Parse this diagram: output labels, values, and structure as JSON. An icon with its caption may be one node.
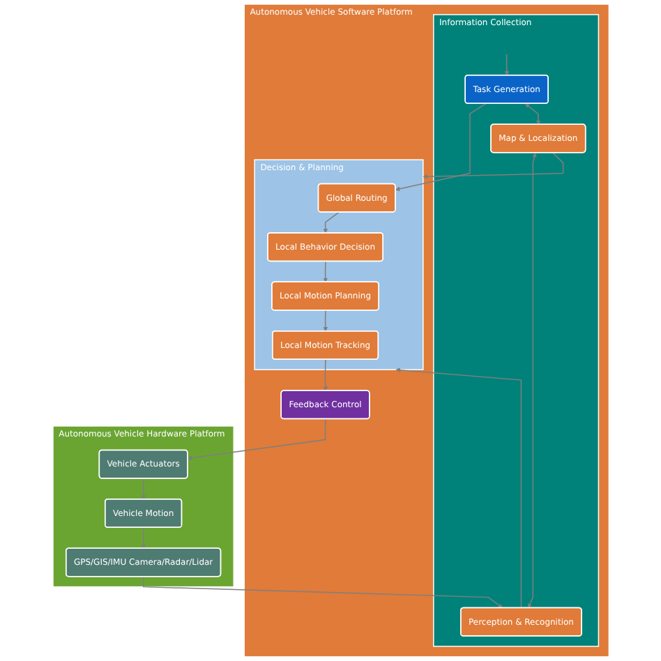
{
  "diagram": {
    "nodes": [
      {
        "text": [
          "Autonomous Vehicle Software Platform"
        ]
      },
      {
        "text": [
          "Information Collection"
        ],
        "in": 0
      },
      {
        "text": [
          "Task Generation"
        ],
        "in": 1
      },
      {
        "text": [
          "Map & Localization"
        ],
        "in": 1
      },
      {
        "text": [
          "Perception & Recognition"
        ],
        "in": 1
      },
      {
        "text": [
          "Decision & Planning"
        ],
        "in": 0
      },
      {
        "text": [
          "Global Routing"
        ],
        "in": 5
      },
      {
        "text": [
          "Local Behavior Decision"
        ],
        "in": 5
      },
      {
        "text": [
          "Local Motion Planning"
        ],
        "in": 5
      },
      {
        "text": [
          "Local Motion Tracking"
        ],
        "in": 5
      },
      {
        "text": [
          "Feedback Control"
        ],
        "in": 0
      },
      {
        "text": [
          "Autonomous Vehicle Hardware Platform"
        ]
      },
      {
        "text": [
          "GPS/GIS/IMU Camera/Radar/Lidar"
        ],
        "in": 11
      },
      {
        "text": [
          "Vehicle Actuators"
        ],
        "in": 11
      },
      {
        "text": [
          "Vehicle  Motion"
        ],
        "in": 11
      }
    ],
    "edges": [
      {
        "from": null,
        "to": 2,
        "arrow": "to"
      },
      {
        "from": 2,
        "to": 6,
        "arrow": "to"
      },
      {
        "from": 3,
        "to": 5,
        "arrow": "to"
      },
      {
        "from": 4,
        "to": 5,
        "arrow": "to"
      },
      {
        "from": 2,
        "to": 3,
        "arrow": "both"
      },
      {
        "from": 3,
        "to": 4,
        "arrow": "both"
      },
      {
        "from": 6,
        "to": 7,
        "arrow": "to"
      },
      {
        "from": 7,
        "to": 8,
        "arrow": "to"
      },
      {
        "from": 8,
        "to": 9,
        "arrow": "to"
      },
      {
        "from": 9,
        "to": 10,
        "arrow": "to"
      },
      {
        "from": 10,
        "to": 13,
        "arrow": "to"
      },
      {
        "from": 13,
        "to": 14,
        "arrow": "to"
      },
      {
        "from": 14,
        "to": 12,
        "arrow": "to"
      },
      {
        "from": 12,
        "to": 4,
        "arrow": "to"
      }
    ]
  }
}
